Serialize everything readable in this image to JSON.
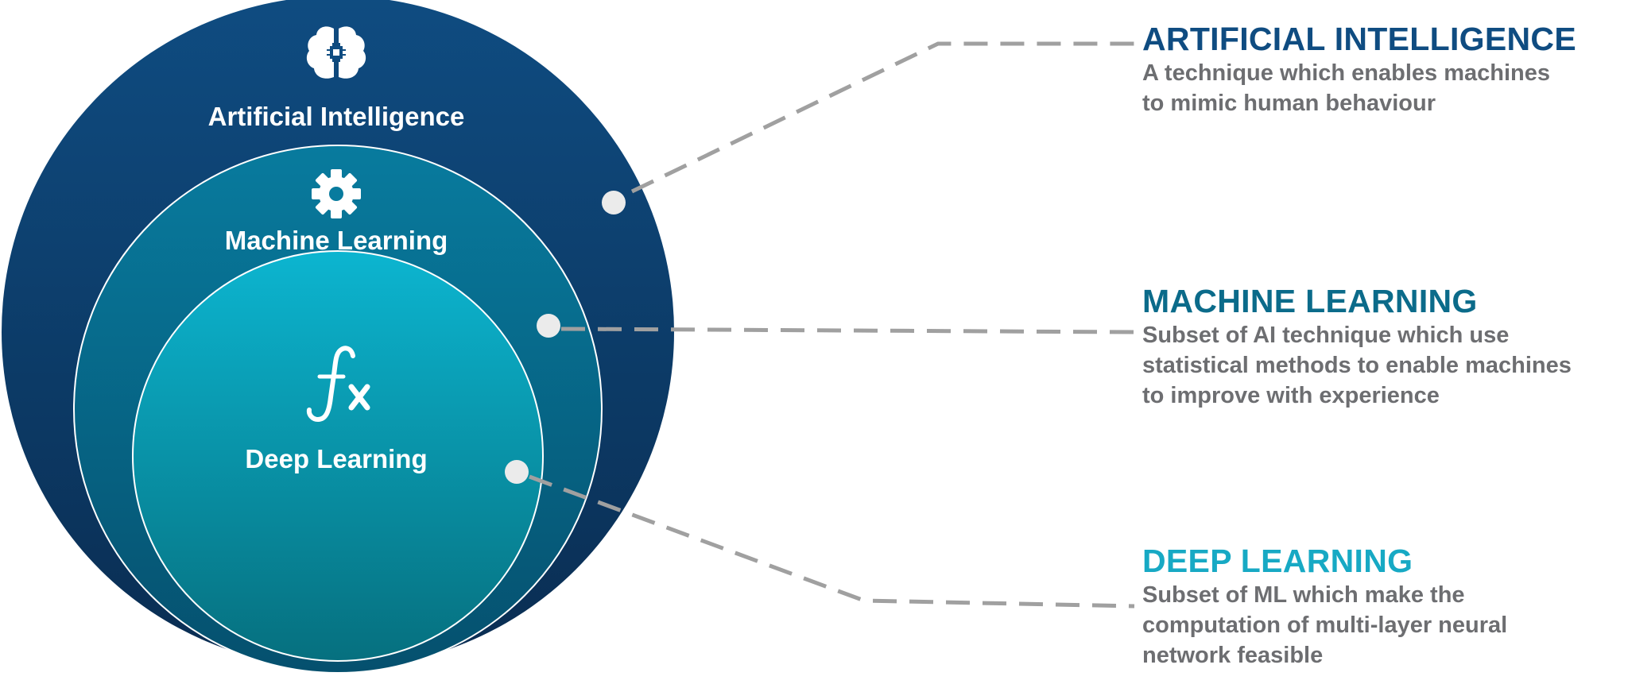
{
  "diagram": {
    "circles": [
      {
        "id": "ai",
        "label": "Artificial Intelligence",
        "icon": "brain-chip-icon"
      },
      {
        "id": "ml",
        "label": "Machine Learning",
        "icon": "gear-icon"
      },
      {
        "id": "dl",
        "label": "Deep Learning",
        "icon": "function-fx-icon"
      }
    ],
    "descriptions": [
      {
        "id": "ai",
        "heading": "ARTIFICIAL INTELLIGENCE",
        "color": "#0f4c81",
        "lines": [
          "A technique which enables machines",
          "to mimic human behaviour"
        ]
      },
      {
        "id": "ml",
        "heading": "MACHINE LEARNING",
        "color": "#0b6b8a",
        "lines": [
          "Subset of AI technique which use",
          "statistical methods to enable machines",
          "to improve with experience"
        ]
      },
      {
        "id": "dl",
        "heading": "DEEP LEARNING",
        "color": "#17a9c4",
        "lines": [
          "Subset of ML which make the",
          "computation of multi-layer neural",
          "network feasible"
        ]
      }
    ],
    "colors": {
      "ai_circle_top": "#0f4c81",
      "ai_circle_bottom": "#0a2d52",
      "ml_circle_top": "#087b9e",
      "ml_circle_bottom": "#05506e",
      "dl_circle_top": "#0cb5d0",
      "dl_circle_bottom": "#06707f",
      "connector": "#a0a0a0",
      "dot": "#ebebeb"
    }
  }
}
